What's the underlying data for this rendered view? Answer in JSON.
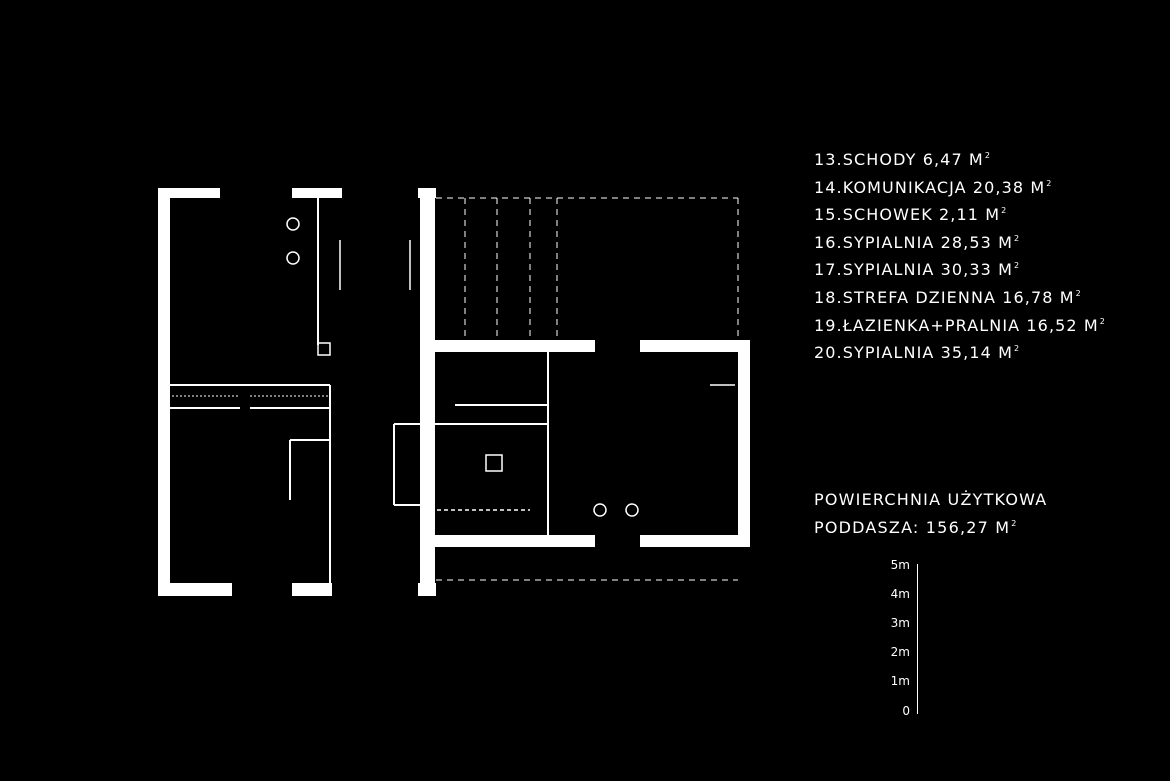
{
  "rooms": [
    {
      "label": "13.SCHODY 6,47 M",
      "sup": "2"
    },
    {
      "label": "14.KOMUNIKACJA  20,38 M",
      "sup": "2"
    },
    {
      "label": "15.SCHOWEK   2,11 M",
      "sup": "2"
    },
    {
      "label": "16.SYPIALNIA 28,53 M",
      "sup": "2"
    },
    {
      "label": "17.SYPIALNIA  30,33 M",
      "sup": "2"
    },
    {
      "label": "18.STREFA DZIENNA  16,78 M",
      "sup": "2"
    },
    {
      "label": "19.ŁAZIENKA+PRALNIA 16,52 M",
      "sup": "2"
    },
    {
      "label": "20.SYPIALNIA 35,14 M",
      "sup": "2"
    }
  ],
  "total": {
    "line1": "POWIERCHNIA UŻYTKOWA",
    "line2": "PODDASZA: 156,27 M",
    "sup": "2"
  },
  "scale": {
    "ticks": [
      "5m",
      "4m",
      "3m",
      "2m",
      "1m",
      "0"
    ]
  },
  "colors": {
    "background": "#000000",
    "lines": "#ffffff"
  }
}
